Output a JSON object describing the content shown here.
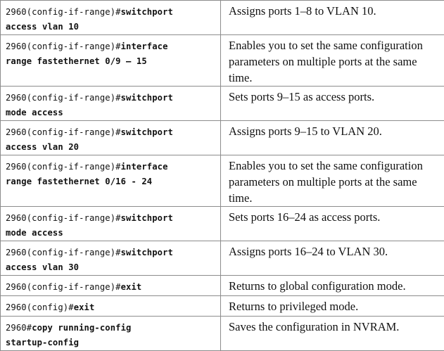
{
  "rows": [
    {
      "prompt": "2960(config-if-range)#",
      "command_line1": "switchport",
      "command_line2": "access vlan 10",
      "description": "Assigns ports 1–8 to VLAN 10."
    },
    {
      "prompt": "2960(config-if-range)#",
      "command_line1": "interface",
      "command_line2": "range fastethernet 0/9 – 15",
      "description": "Enables you to set the same configuration parameters on multiple ports at the same time."
    },
    {
      "prompt": "2960(config-if-range)#",
      "command_line1": "switchport",
      "command_line2": "mode access",
      "description": "Sets ports 9–15 as access ports."
    },
    {
      "prompt": "2960(config-if-range)#",
      "command_line1": "switchport",
      "command_line2": "access vlan 20",
      "description": "Assigns ports 9–15 to VLAN 20."
    },
    {
      "prompt": "2960(config-if-range)#",
      "command_line1": "interface",
      "command_line2": "range fastethernet 0/16 - 24",
      "description": "Enables you to set the same configuration parameters on multiple ports at the same time."
    },
    {
      "prompt": "2960(config-if-range)#",
      "command_line1": "switchport",
      "command_line2": "mode access",
      "description": "Sets ports 16–24 as access ports."
    },
    {
      "prompt": "2960(config-if-range)#",
      "command_line1": "switchport",
      "command_line2": "access vlan 30",
      "description": "Assigns ports 16–24 to VLAN 30."
    },
    {
      "prompt": "2960(config-if-range)#",
      "command_line1": "exit",
      "command_line2": "",
      "description": "Returns to global configuration mode."
    },
    {
      "prompt": "2960(config)#",
      "command_line1": "exit",
      "command_line2": "",
      "description": "Returns to privileged mode."
    },
    {
      "prompt": "2960#",
      "command_line1": "copy running-config",
      "command_line2": "startup-config",
      "description": "Saves the configuration in NVRAM."
    }
  ]
}
